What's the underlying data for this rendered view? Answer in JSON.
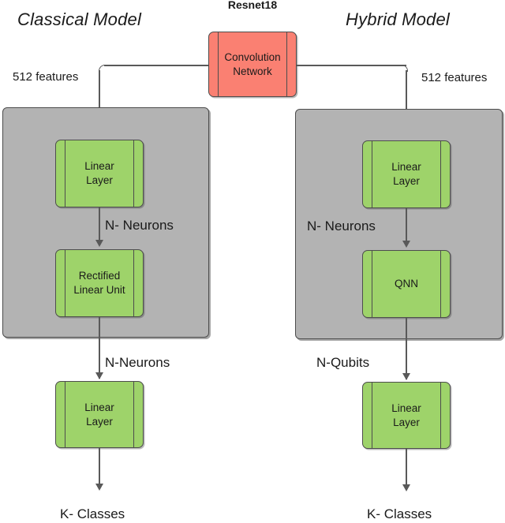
{
  "diagram": {
    "title_left": "Classical Model",
    "title_right": "Hybrid Model",
    "shared_block_title": "Resnet18",
    "shared_block_label": "Convolution\nNetwork",
    "colors": {
      "shared_block": "#fa8072",
      "layer_block": "#9ed36a",
      "group_panel": "#b3b3b3",
      "stroke": "#4d4d4d",
      "connector": "#595959",
      "background": "#ffffff"
    },
    "branches": {
      "classical": {
        "input_label": "512  features",
        "nodes": [
          {
            "label": "Linear\nLayer"
          },
          {
            "label": "Rectified\nLinear Unit"
          },
          {
            "label": "Linear\nLayer"
          }
        ],
        "edge_labels": {
          "inside_group": "N- Neurons",
          "group_to_output": "N-Neurons",
          "output": "K- Classes"
        }
      },
      "hybrid": {
        "input_label": "512 features",
        "nodes": [
          {
            "label": "Linear\nLayer"
          },
          {
            "label": "QNN"
          },
          {
            "label": "Linear\nLayer"
          }
        ],
        "edge_labels": {
          "inside_group": "N- Neurons",
          "group_to_output": "N-Qubits",
          "output": "K- Classes"
        }
      }
    }
  }
}
